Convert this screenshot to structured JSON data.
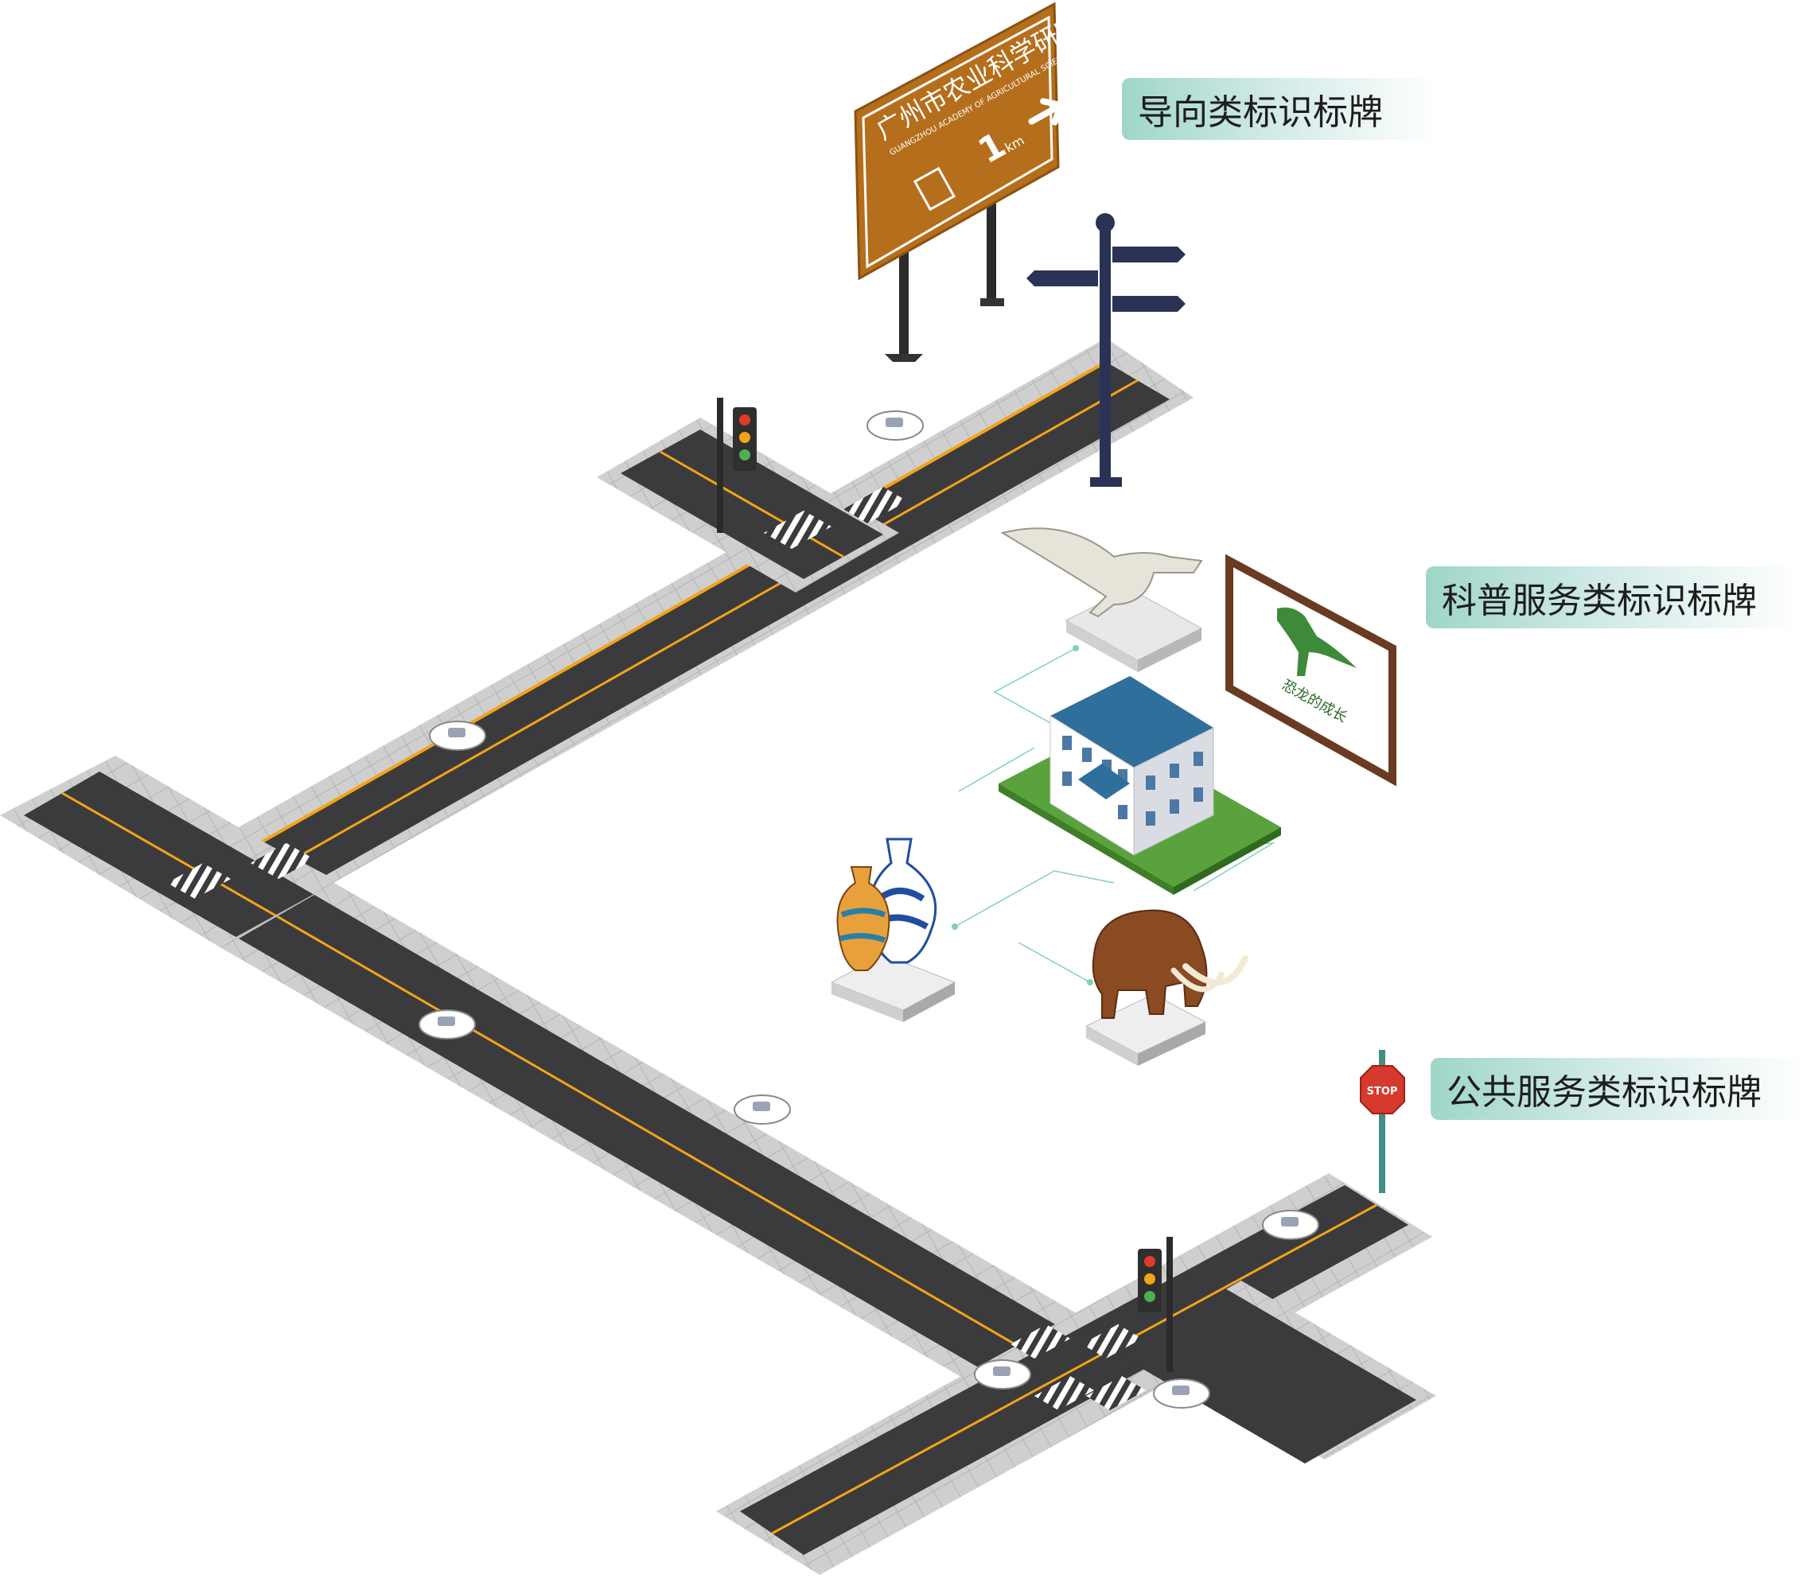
{
  "labels": {
    "guide": "导向类标识标牌",
    "science": "科普服务类标识标牌",
    "public": "公共服务类标识标牌"
  },
  "billboard": {
    "title_cn": "广州市农业科学研究院",
    "title_en": "GUANGZHOU ACADEMY OF AGRICULTURAL SCIENCES",
    "distance": "1",
    "unit": "km"
  },
  "dino_board": {
    "caption": "恐龙的成长"
  },
  "stop_sign": {
    "text": "STOP"
  },
  "colors": {
    "road": "#3b3b3d",
    "curb": "#c9c9c9",
    "yellow": "#f2a417",
    "billboard": "#b56e1b",
    "pole": "#2a3356",
    "label_grad_start": "#9fd6c8"
  }
}
